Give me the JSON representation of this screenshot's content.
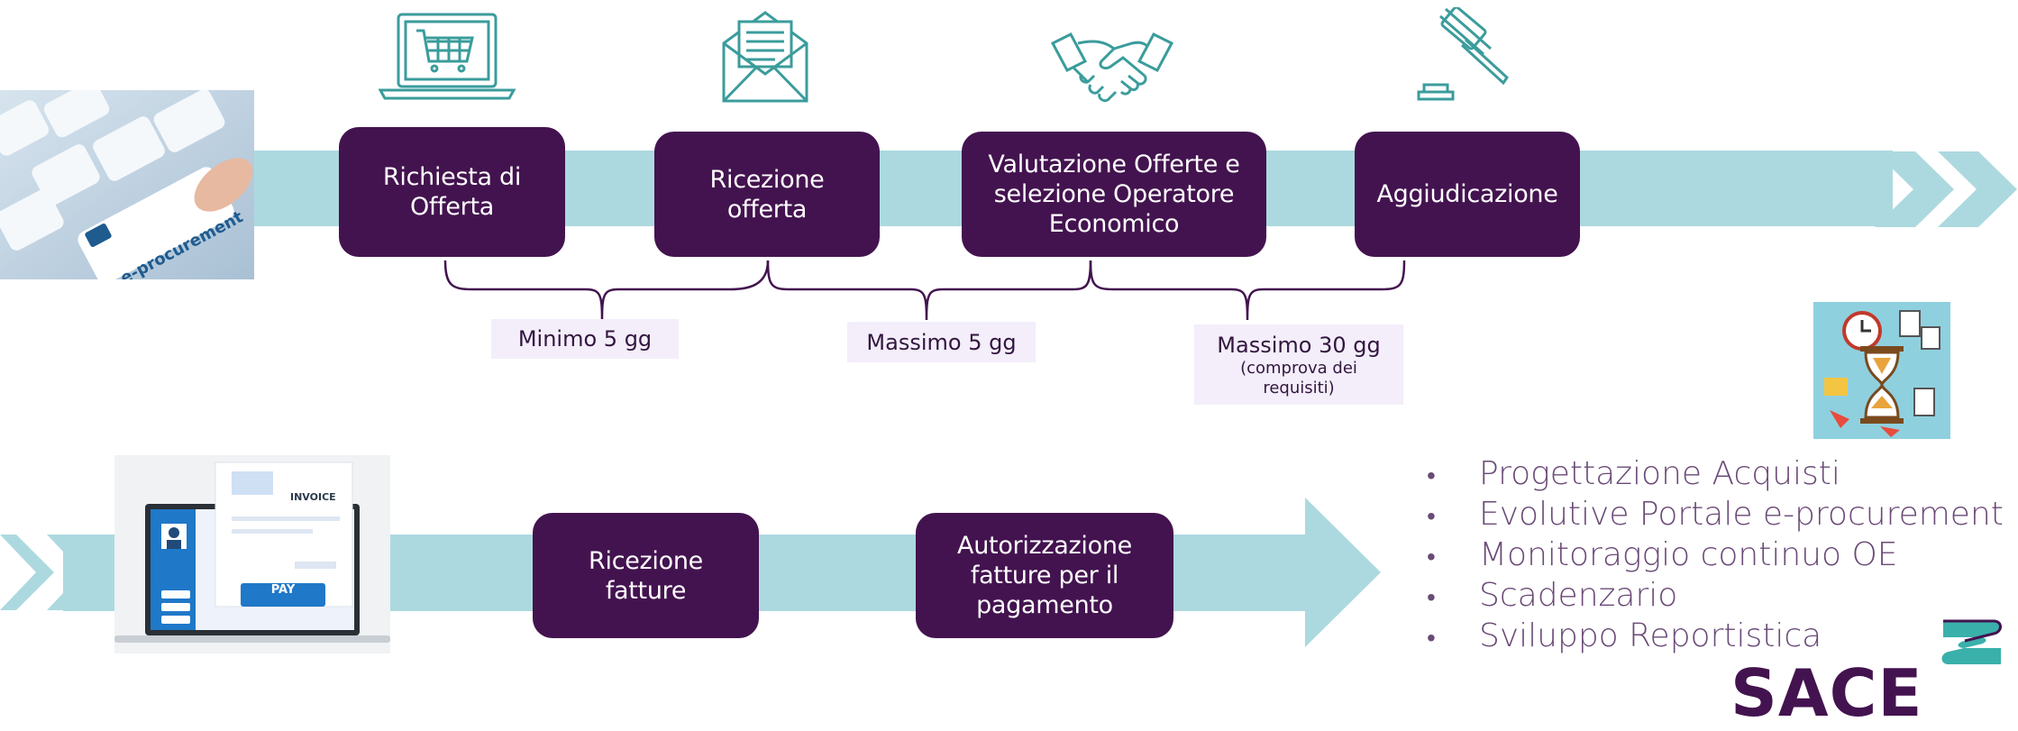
{
  "flow_top": {
    "steps": [
      {
        "label": "Richiesta di Offerta",
        "icon": "laptop-cart-icon"
      },
      {
        "label": "Ricezione offerta",
        "icon": "envelope-letter-icon"
      },
      {
        "label": "Valutazione Offerte e selezione Operatore Economico",
        "icon": "handshake-icon"
      },
      {
        "label": "Aggiudicazione",
        "icon": "gavel-icon"
      }
    ],
    "durations": [
      {
        "main": "Minimo 5 gg",
        "sub": ""
      },
      {
        "main": "Massimo 5 gg",
        "sub": ""
      },
      {
        "main": "Massimo 30 gg",
        "sub": "(comprova dei requisiti)"
      }
    ],
    "image_keyboard_text": "e-procurement"
  },
  "flow_bottom": {
    "steps": [
      {
        "label": "Ricezione fatture"
      },
      {
        "label": "Autorizzazione fatture per il pagamento"
      }
    ],
    "invoice_title": "INVOICE",
    "pay_label": "PAY"
  },
  "activities": [
    "Progettazione Acquisti",
    "Evolutive Portale e-procurement",
    "Monitoraggio continuo OE",
    "Scadenzario",
    "Sviluppo Reportistica"
  ],
  "brand": {
    "name": "SACE",
    "primary": "#43134f",
    "band": "#acd9df",
    "icon_stroke": "#3b9c9c"
  }
}
